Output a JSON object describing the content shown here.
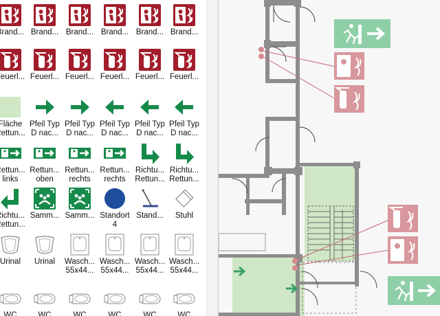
{
  "colors": {
    "fire_red": "#a21d2b",
    "escape_green": "#168a4b",
    "area_fill": "#cfe7c5",
    "wall_gray": "#8d8d8d"
  },
  "library": {
    "rows": [
      [
        {
          "label": "Brand...",
          "icon": "fire-alarm-button-icon"
        },
        {
          "label": "Brand...",
          "icon": "fire-alarm-button-icon"
        },
        {
          "label": "Brand...",
          "icon": "fire-alarm-button-icon"
        },
        {
          "label": "Brand...",
          "icon": "fire-alarm-button-icon"
        },
        {
          "label": "Brand...",
          "icon": "fire-alarm-button-icon"
        },
        {
          "label": "Brand...",
          "icon": "fire-alarm-button-icon"
        }
      ],
      [
        {
          "label": "Feuerl...",
          "icon": "fire-extinguisher-icon"
        },
        {
          "label": "Feuerl...",
          "icon": "fire-extinguisher-icon"
        },
        {
          "label": "Feuerl...",
          "icon": "fire-extinguisher-icon"
        },
        {
          "label": "Feuerl...",
          "icon": "fire-extinguisher-icon"
        },
        {
          "label": "Feuerl...",
          "icon": "fire-extinguisher-icon"
        },
        {
          "label": "Feuerl...",
          "icon": "fire-extinguisher-icon"
        }
      ],
      [
        {
          "label": "Fläche\nRettun...",
          "icon": "area-square-icon"
        },
        {
          "label": "Pfeil Typ\nD nac...",
          "icon": "arrow-right-icon"
        },
        {
          "label": "Pfeil Typ\nD nac...",
          "icon": "arrow-right-icon"
        },
        {
          "label": "Pfeil Typ\nD nac...",
          "icon": "arrow-left-icon"
        },
        {
          "label": "Pfeil Typ\nD nac...",
          "icon": "arrow-left-icon"
        },
        {
          "label": "Pfeil Typ\nD nac...",
          "icon": "arrow-left-icon"
        }
      ],
      [
        {
          "label": "Rettun...\nlinks",
          "icon": "escape-route-sign-icon"
        },
        {
          "label": "Rettun...\noben",
          "icon": "escape-route-sign-icon"
        },
        {
          "label": "Rettun...\nrechts",
          "icon": "escape-route-sign-icon"
        },
        {
          "label": "Rettun...\nrechts",
          "icon": "escape-route-sign-icon"
        },
        {
          "label": "Richtu...\nRettun...",
          "icon": "turn-arrow-down-right-icon"
        },
        {
          "label": "Richtu...\nRettun...",
          "icon": "turn-arrow-down-right-icon"
        }
      ],
      [
        {
          "label": "Richtu...\nRettun...",
          "icon": "turn-arrow-down-left-icon"
        },
        {
          "label": "Samm...",
          "icon": "assembly-point-icon"
        },
        {
          "label": "Samm...",
          "icon": "assembly-point-icon"
        },
        {
          "label": "Standort\n4",
          "icon": "location-circle-icon"
        },
        {
          "label": "Stand...",
          "icon": "standing-lamp-icon"
        },
        {
          "label": "Stuhl",
          "icon": "chair-icon"
        }
      ],
      [
        {
          "label": "Urinal",
          "icon": "urinal-icon"
        },
        {
          "label": "Urinal",
          "icon": "urinal-icon"
        },
        {
          "label": "Wasch...\n55x44...",
          "icon": "washbasin-icon"
        },
        {
          "label": "Wasch...\n55x44...",
          "icon": "washbasin-icon"
        },
        {
          "label": "Wasch...\n55x44...",
          "icon": "washbasin-icon"
        },
        {
          "label": "Wasch...\n55x44...",
          "icon": "washbasin-icon"
        }
      ],
      [
        {
          "label": "WC",
          "icon": "toilet-icon"
        },
        {
          "label": "WC",
          "icon": "toilet-icon"
        },
        {
          "label": "WC",
          "icon": "toilet-icon"
        },
        {
          "label": "WC",
          "icon": "toilet-icon"
        },
        {
          "label": "WC",
          "icon": "toilet-icon"
        },
        {
          "label": "WC",
          "icon": "toilet-icon"
        }
      ]
    ]
  },
  "canvas": {
    "signs": [
      "exit-sign-icon",
      "fire-alarm-sign-icon",
      "fire-extinguisher-sign-icon",
      "fire-extinguisher-sign-icon",
      "fire-alarm-sign-icon",
      "exit-sign-icon"
    ]
  }
}
